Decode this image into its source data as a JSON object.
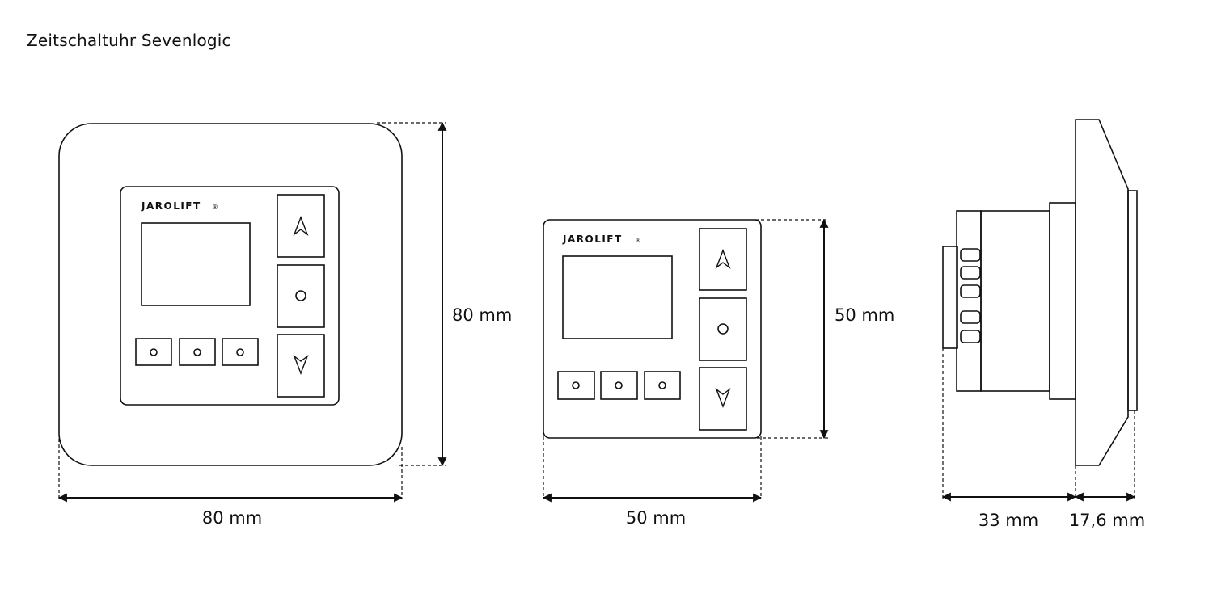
{
  "title": "Zeitschaltuhr Sevenlogic",
  "front_frame": {
    "brand": "JAROLIFT",
    "registered": "®",
    "width_label": "80 mm",
    "height_label": "80 mm"
  },
  "insert": {
    "brand": "JAROLIFT",
    "registered": "®",
    "width_label": "50 mm",
    "height_label": "50 mm"
  },
  "side_view": {
    "depth_label": "33 mm",
    "frame_depth_label": "17,6 mm"
  },
  "icons": {
    "up": "up-arrow-icon",
    "select": "circle-icon",
    "down": "down-arrow-icon"
  },
  "colors": {
    "line": "#111111",
    "background": "#ffffff"
  }
}
